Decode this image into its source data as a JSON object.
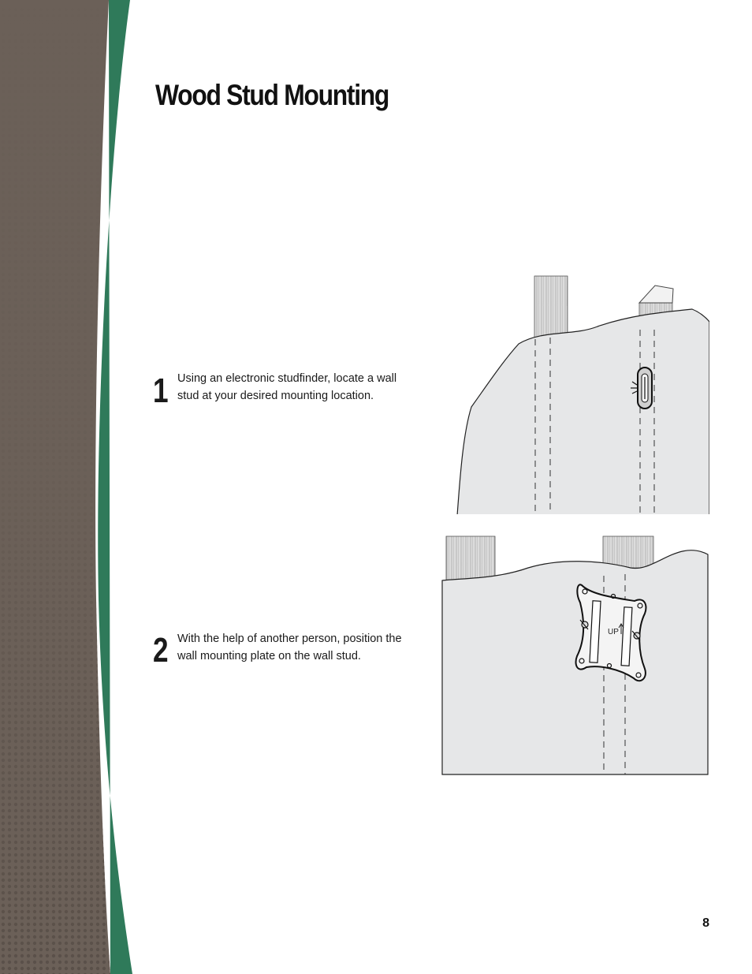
{
  "page": {
    "title": "Wood Stud Mounting",
    "page_number": "8"
  },
  "steps": [
    {
      "number": "1",
      "text_line1": "Using an electronic studfinder, locate a wall",
      "text_line2": "stud at your desired mounting location.",
      "illustration": "wall-with-studfinder"
    },
    {
      "number": "2",
      "text_line1": "With the help of another person, position the",
      "text_line2": "wall mounting plate on the wall stud.",
      "illustration": "wall-mounting-plate-on-stud",
      "plate_label": "UP"
    }
  ],
  "colors": {
    "sidebar_brown": "#6b6058",
    "sidebar_green": "#2f7a5a",
    "wall_fill": "#e6e7e8",
    "wood_fill": "#d9d9d9"
  }
}
